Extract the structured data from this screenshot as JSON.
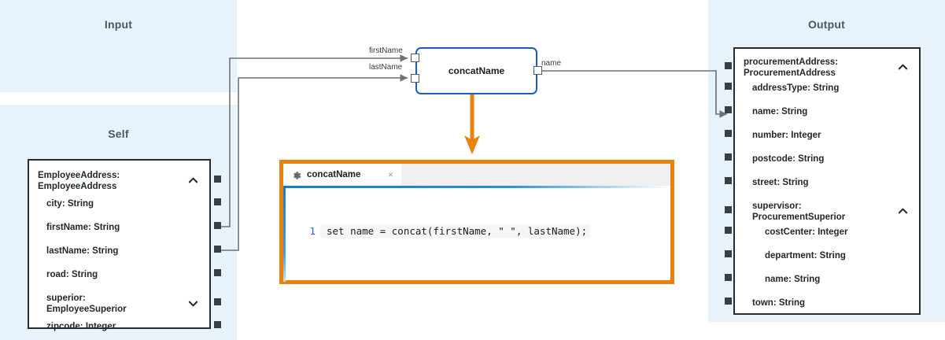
{
  "panels": {
    "input": {
      "title": "Input"
    },
    "self": {
      "title": "Self"
    },
    "output": {
      "title": "Output"
    }
  },
  "self_node": {
    "fields": [
      {
        "label": "EmployeeAddress:",
        "label2": "EmployeeAddress",
        "level": 0,
        "chevron": "chevron-up"
      },
      {
        "label": "city: String",
        "level": 1,
        "chevron": ""
      },
      {
        "label": "firstName: String",
        "level": 1,
        "chevron": ""
      },
      {
        "label": "lastName: String",
        "level": 1,
        "chevron": ""
      },
      {
        "label": "road: String",
        "level": 1,
        "chevron": ""
      },
      {
        "label": "superior:",
        "label2": "EmployeeSuperior",
        "level": 1,
        "chevron": "chevron-down"
      },
      {
        "label": "zipcode: Integer",
        "level": 1,
        "chevron": ""
      }
    ]
  },
  "output_node": {
    "fields": [
      {
        "label": "procurementAddress:",
        "label2": "ProcurementAddress",
        "level": 0,
        "chevron": "chevron-up"
      },
      {
        "label": "addressType: String",
        "level": 1,
        "chevron": ""
      },
      {
        "label": "name: String",
        "level": 1,
        "chevron": ""
      },
      {
        "label": "number: Integer",
        "level": 1,
        "chevron": ""
      },
      {
        "label": "postcode: String",
        "level": 1,
        "chevron": ""
      },
      {
        "label": "street: String",
        "level": 1,
        "chevron": ""
      },
      {
        "label": "supervisor:",
        "label2": "ProcurementSuperior",
        "level": 1,
        "chevron": "chevron-up"
      },
      {
        "label": "costCenter: Integer",
        "level": 2,
        "chevron": ""
      },
      {
        "label": "department: String",
        "level": 2,
        "chevron": ""
      },
      {
        "label": "name: String",
        "level": 2,
        "chevron": ""
      },
      {
        "label": "town: String",
        "level": 1,
        "chevron": ""
      }
    ]
  },
  "function_node": {
    "name": "concatName",
    "inputs": [
      "firstName",
      "lastName"
    ],
    "outputs": [
      "name"
    ],
    "border_color": "#1e5bbf"
  },
  "editor": {
    "tab_title": "concatName",
    "tab_close": "×",
    "line_number": "1",
    "code": "set name = concat(firstName, \" \", lastName);",
    "highlight_color": "#e8820c",
    "accent_color": "#1a7ec4"
  }
}
